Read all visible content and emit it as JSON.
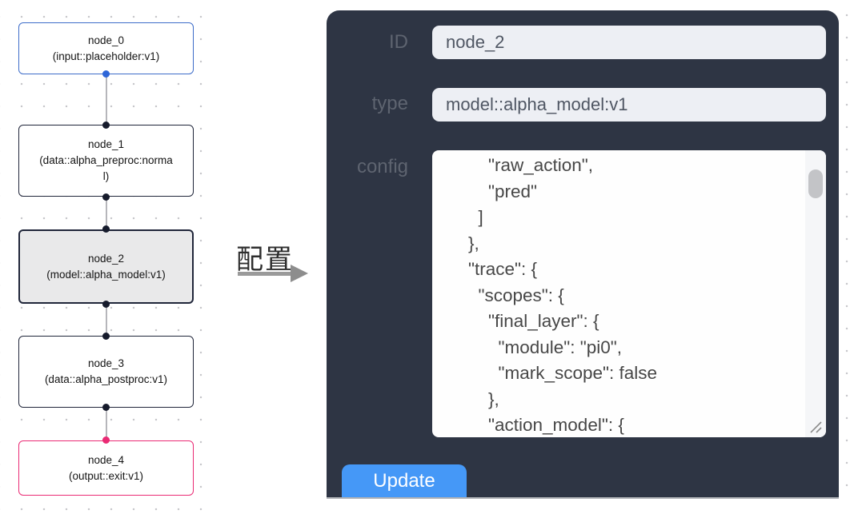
{
  "flow": {
    "nodes": [
      {
        "label": "node_0",
        "sub": "(input::placeholder:v1)",
        "kind": "input"
      },
      {
        "label": "node_1",
        "sub": "(data::alpha_preproc:normal)",
        "kind": "default"
      },
      {
        "label": "node_2",
        "sub": "(model::alpha_model:v1)",
        "kind": "selected"
      },
      {
        "label": "node_3",
        "sub": "(data::alpha_postproc:v1)",
        "kind": "default"
      },
      {
        "label": "node_4",
        "sub": "(output::exit:v1)",
        "kind": "output"
      }
    ]
  },
  "transition": {
    "label": "配置"
  },
  "panel": {
    "id_label": "ID",
    "id_value": "node_2",
    "type_label": "type",
    "type_value": "model::alpha_model:v1",
    "config_label": "config",
    "config_text": "        \"raw_action\",\n        \"pred\"\n      ]\n    },\n    \"trace\": {\n      \"scopes\": {\n        \"final_layer\": {\n          \"module\": \"pi0\",\n          \"mark_scope\": false\n        },\n        \"action_model\": {",
    "update_label": "Update"
  },
  "colors": {
    "panel_bg": "#2e3544",
    "input_bg": "#edeff4",
    "button_blue": "#4598f7",
    "node_input_border": "#3d6cc9",
    "node_default_border": "#20263a",
    "node_output_border": "#ea2a74",
    "selected_node_bg": "#e9e9ea",
    "edge": "#b6b6bb"
  }
}
